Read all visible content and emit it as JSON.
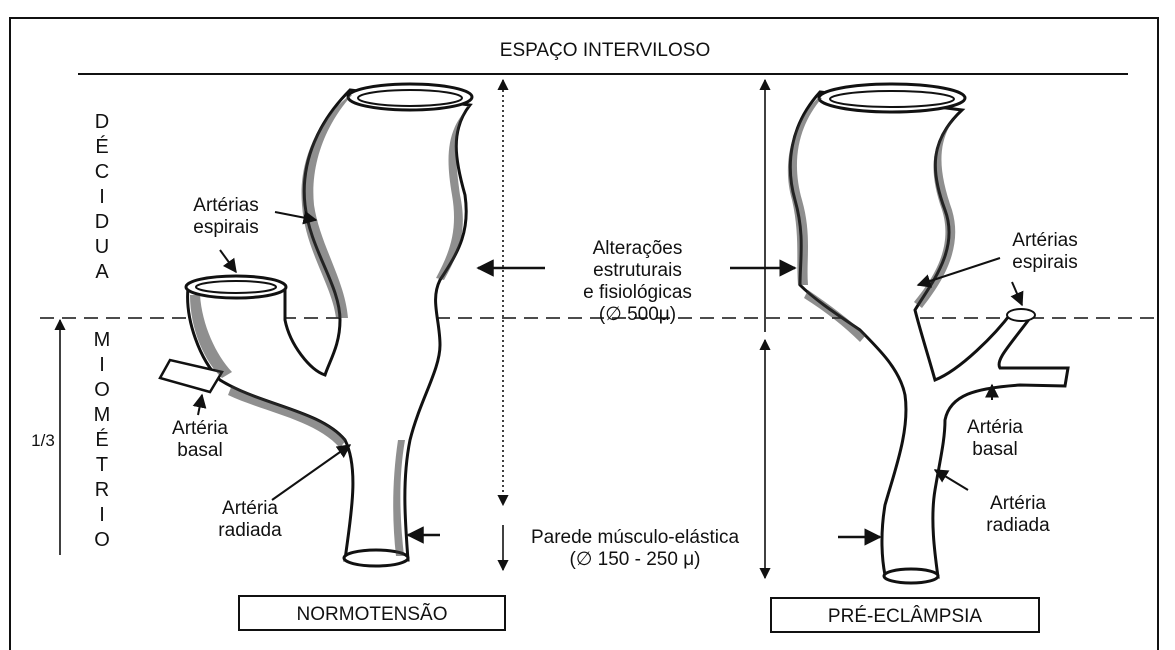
{
  "title": "ESPAÇO INTERVILOSO",
  "decidua_letters": [
    "D",
    "É",
    "C",
    "I",
    "D",
    "U",
    "A"
  ],
  "miometrio_letters": [
    "M",
    "I",
    "O",
    "M",
    "É",
    "T",
    "R",
    "I",
    "O"
  ],
  "third_label": "1/3",
  "left": {
    "spiral_label": [
      "Artérias",
      "espirais"
    ],
    "basal_label": [
      "Artéria",
      "basal"
    ],
    "radial_label": [
      "Artéria",
      "radiada"
    ],
    "caption": "NORMOTENSÃO"
  },
  "center": {
    "changes_label": [
      "Alterações",
      "estruturais",
      "e fisiológicas",
      "(∅ 500μ)"
    ],
    "wall_label": [
      "Parede músculo-elástica",
      "(∅ 150 - 250 μ)"
    ]
  },
  "right": {
    "spiral_label": [
      "Artérias",
      "espirais"
    ],
    "basal_label": [
      "Artéria",
      "basal"
    ],
    "radial_label": [
      "Artéria",
      "radiada"
    ],
    "caption": "PRÉ-ECLÂMPSIA"
  }
}
